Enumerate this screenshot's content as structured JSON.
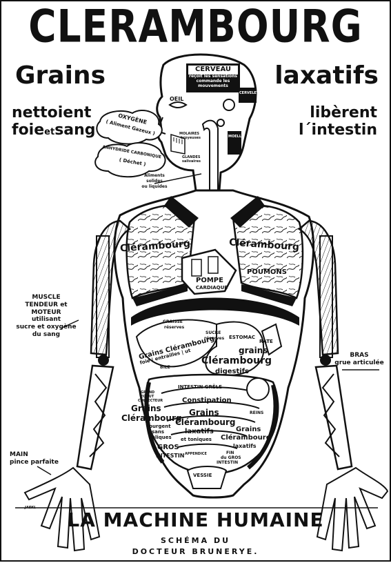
{
  "poster": {
    "brand": "CLERAMBOURG",
    "headline_left": "Grains",
    "headline_right": "laxatifs",
    "claim_left_1": "nettoient",
    "claim_left_2a": "foie",
    "claim_left_2b": "et",
    "claim_left_2c": "sang",
    "claim_right_1": "libèrent",
    "claim_right_2": "l´intestin",
    "title": "LA MACHINE HUMAINE",
    "subtitle_1": "SCHÉMA DU",
    "subtitle_2": "DOCTEUR BRUNERYE.",
    "signature": "JAEKL"
  },
  "labels": {
    "cerveau": "CERVEAU",
    "cerveau_desc_1": "reçoit les sensations",
    "cerveau_desc_2": "commande les",
    "cerveau_desc_3": "mouvements",
    "oeil": "OEIL",
    "cervelet": "CERVELET",
    "oxygene_1": "OXYGÈNE",
    "oxygene_2": "( Aliment Gazeux )",
    "anhydride_1": "ANHYDRIDE CARBONIQUE",
    "anhydride_2": "( Déchet )",
    "molaires_1": "MOLAIRES",
    "molaires_2": "broyeuses",
    "glandes_1": "GLANDES",
    "glandes_2": "salivaires",
    "aliments_1": "Aliments",
    "aliments_2": "solides",
    "aliments_3": "ou liquides",
    "moelle": "MOELLE",
    "clerambourg_left": "Clérambourg",
    "clerambourg_right": "Clérambourg",
    "pompe": "POMPE",
    "cardiaque": "CARDIAQUE",
    "poumons": "POUMONS",
    "graisse_1": "GRAISSE",
    "graisse_2": "réserves",
    "sucre": "SUCRE",
    "reserves": "réserves",
    "grains_clerambourg_foie_1": "Grains Clérambourg",
    "grains_clerambourg_foie_2": "foie | entrailles | ut",
    "bile": "BILE",
    "estomac": "ESTOMAC",
    "rate": "RATE",
    "grains_digestifs_1": "grains",
    "grains_digestifs_2": "Clérambourg",
    "grains_digestifs_3": "digestifs",
    "intestin_grele": "INTESTIN GRÊLE",
    "constipation": "Constipation",
    "grains_mid": "Grains",
    "clerambourg_mid": "Clérambourg",
    "laxatifs": "laxatifs",
    "et_toniques": "et toniques",
    "grand_egout_1": "GRAND",
    "grand_egout_2": "EGOUT",
    "grand_egout_3": "COLLECTEUR",
    "grains_left_1": "Grains",
    "grains_left_2": "Clérambourg",
    "grains_left_3": "purgent",
    "grains_left_4": "sans",
    "grains_left_5": "coliques",
    "gros_intestin_1": "GROS",
    "gros_intestin_2": "INTESTIN",
    "appendice": "APPENDICE",
    "grains_right_1": "Grains",
    "grains_right_2": "Clérambourg",
    "grains_right_3": "laxatifs",
    "fin_gros_1": "FIN",
    "fin_gros_2": "du GROS",
    "fin_gros_3": "INTESTIN",
    "vessie": "VESSIE",
    "reins": "REINS",
    "muscle_1": "MUSCLE",
    "muscle_2a": "TENDEUR",
    "muscle_2b": "et",
    "muscle_2c": "MOTEUR",
    "muscle_3": "utilisant",
    "muscle_4": "sucre et oxygène",
    "muscle_5": "du sang",
    "bras_1": "BRAS",
    "bras_2": "grue articulée",
    "main_1": "MAIN",
    "main_2": "pince parfaite"
  }
}
